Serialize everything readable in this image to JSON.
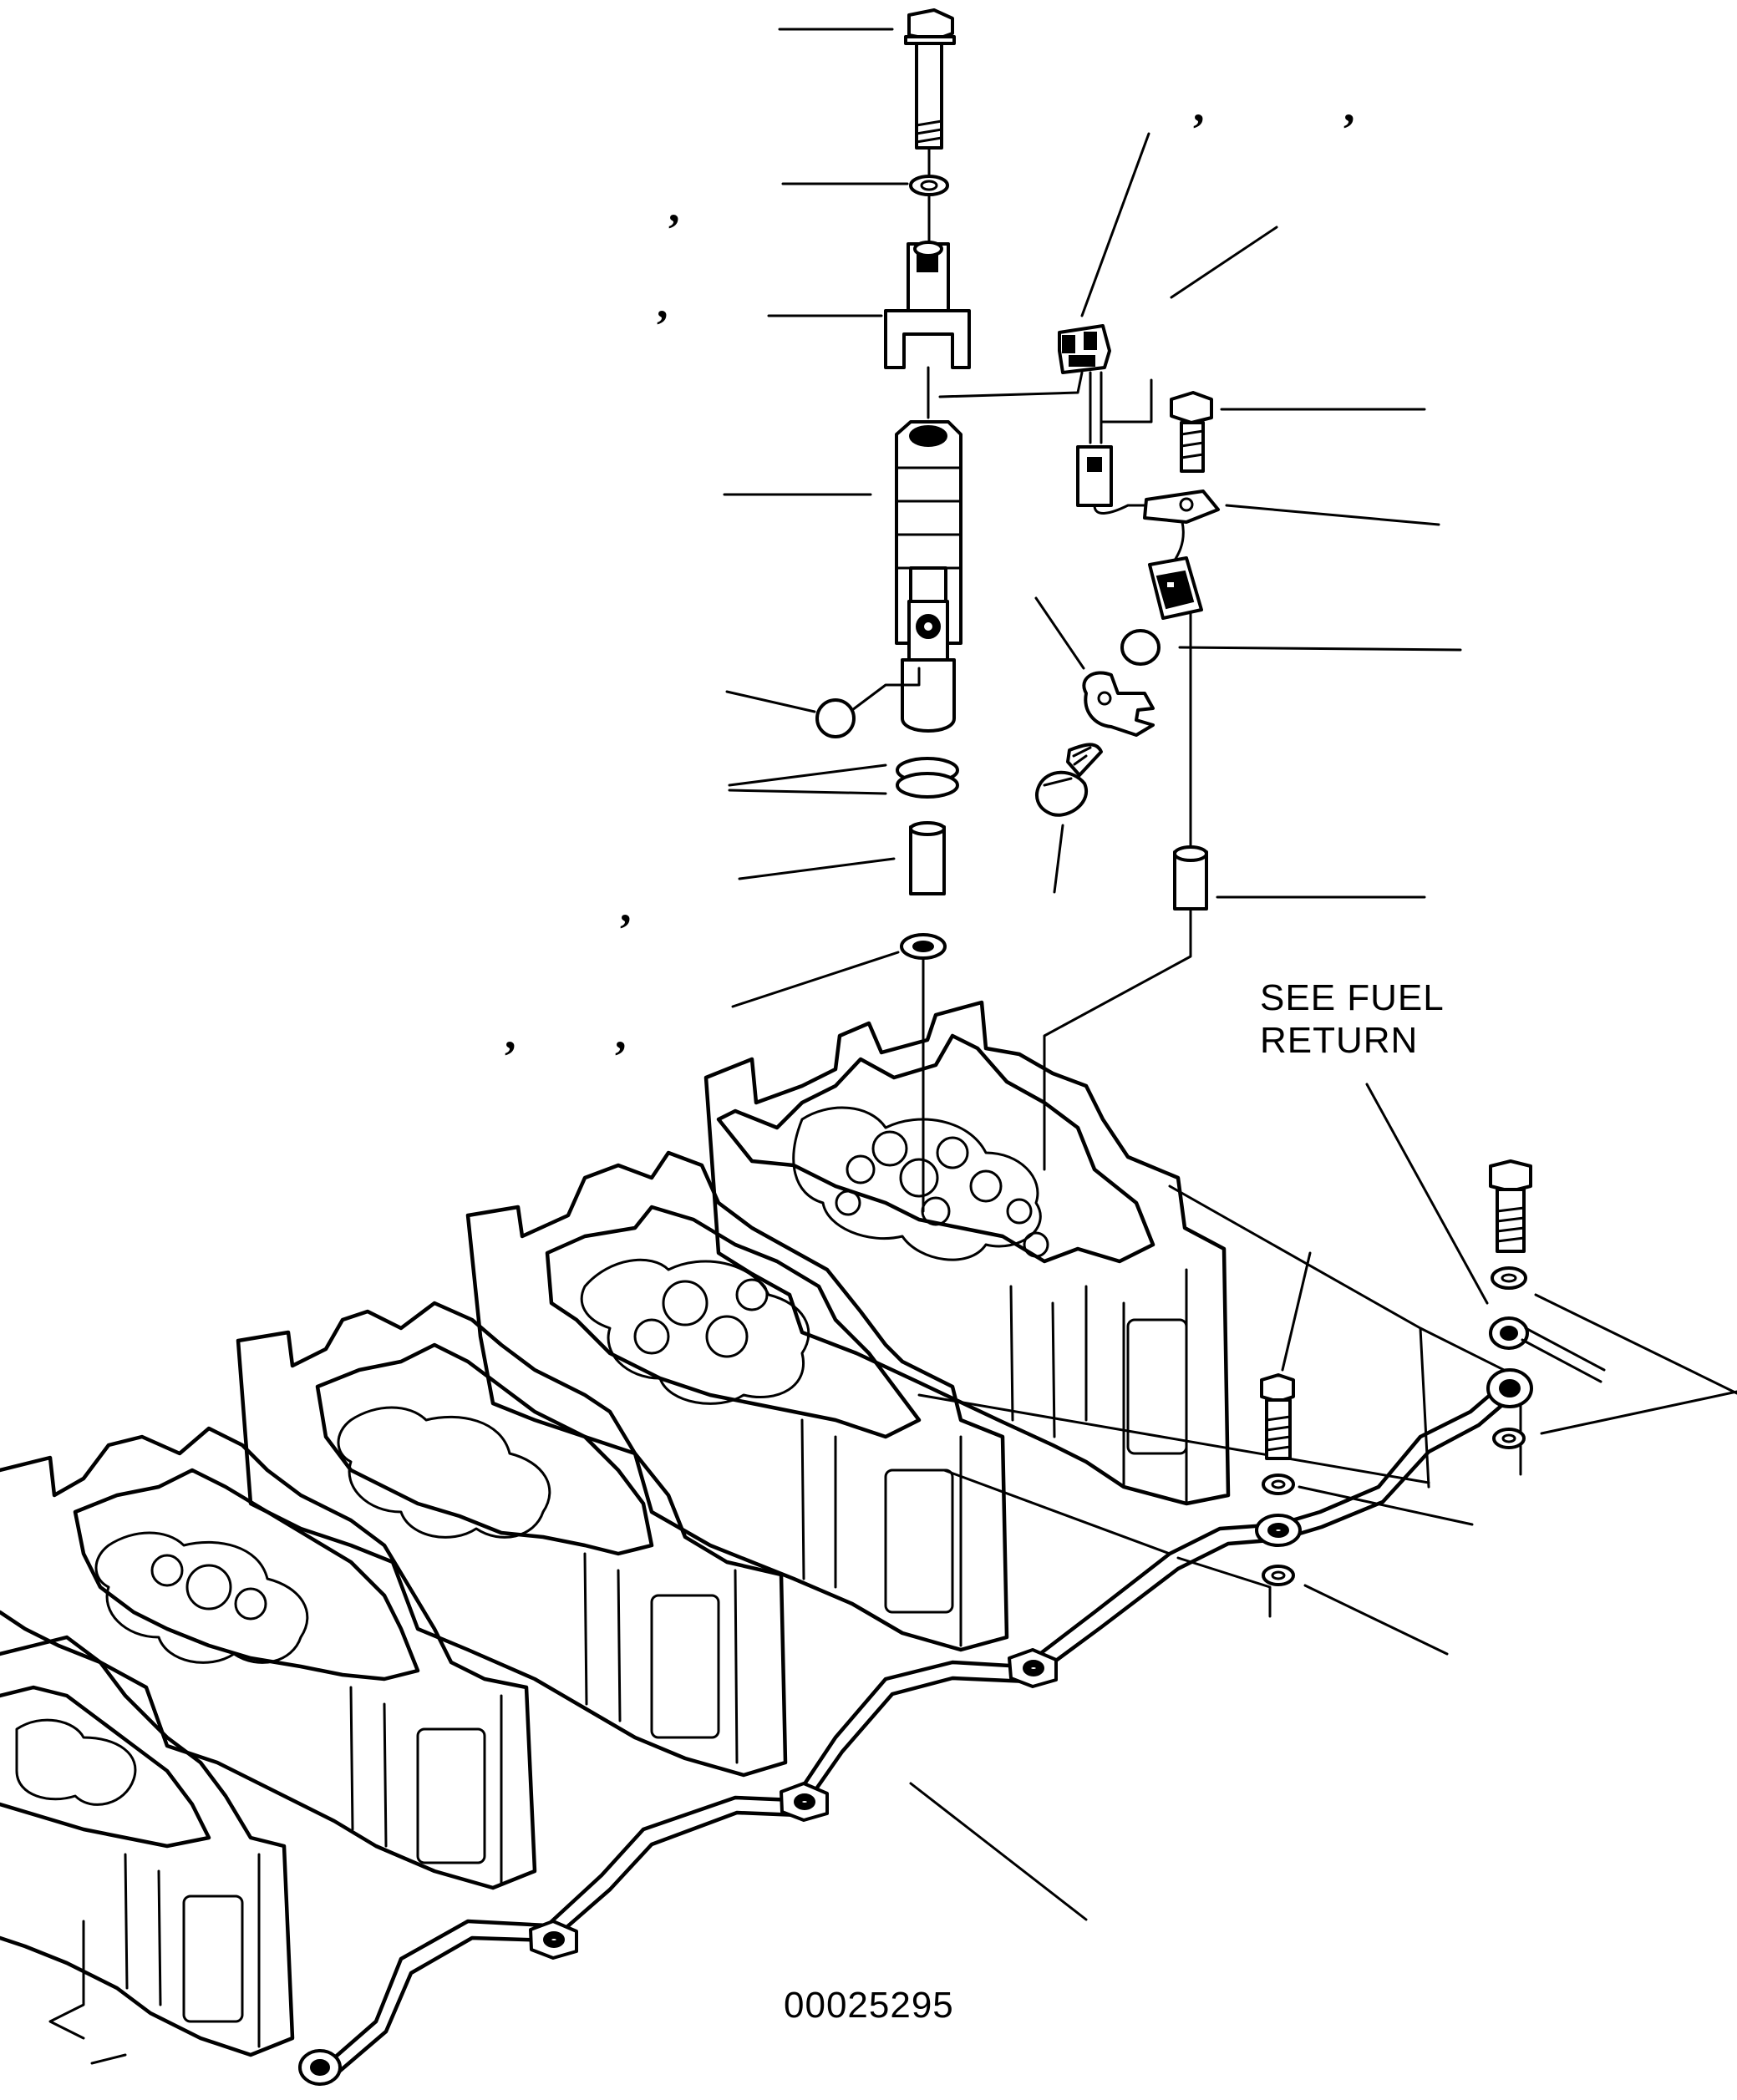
{
  "diagram": {
    "see_fuel_return_line1": "SEE FUEL",
    "see_fuel_return_line2": "RETURN",
    "figure_number": "00025295",
    "commas": [
      ",",
      ",",
      ",",
      ",",
      ",",
      ",",
      ",",
      ","
    ]
  }
}
